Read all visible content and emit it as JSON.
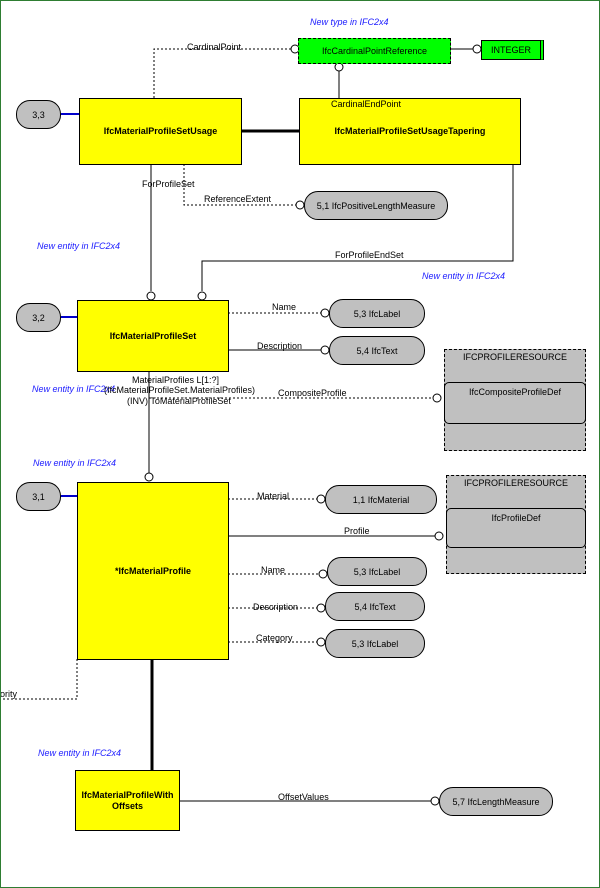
{
  "notes": {
    "new_type": "New type in IFC2x4",
    "new_entity_tapering": "New entity in IFC2x4",
    "new_entity_usage": "New entity in IFC2x4",
    "new_entity_set": "New entity in IFC2x4",
    "new_entity_profile": "New entity in IFC2x4",
    "new_entity_offsets": "New entity in IFC2x4"
  },
  "page_refs": {
    "usage": "3,3",
    "set": "3,2",
    "profile": "3,1"
  },
  "entities": {
    "usage": "IfcMaterialProfileSetUsage",
    "tapering": "IfcMaterialProfileSetUsageTapering",
    "set": "IfcMaterialProfileSet",
    "profile": "*IfcMaterialProfile",
    "offsets": "IfcMaterialProfileWith Offsets"
  },
  "types": {
    "cardinal_point_reference": "IfcCardinalPointReference",
    "integer": "INTEGER",
    "positive_length": "5,1 IfcPositiveLengthMeasure",
    "set_name": "5,3 IfcLabel",
    "set_description": "5,4 IfcText",
    "profile_material": "1,1 IfcMaterial",
    "profile_name": "5,3 IfcLabel",
    "profile_description": "5,4 IfcText",
    "profile_category": "5,3 IfcLabel",
    "offset_values": "5,7 IfcLengthMeasure"
  },
  "schemas": {
    "composite": {
      "title": "IFCPROFILERESOURCE",
      "entity": "IfcCompositeProfileDef"
    },
    "profile_def": {
      "title": "IFCPROFILERESOURCE",
      "entity": "IfcProfileDef"
    }
  },
  "relations": {
    "cardinal_point": "CardinalPoint",
    "cardinal_end_point": "CardinalEndPoint",
    "for_profile_set": "ForProfileSet",
    "reference_extent": "ReferenceExtent",
    "for_profile_end_set": "ForProfileEndSet",
    "set_name": "Name",
    "set_description": "Description",
    "material_profiles_1": "MaterialProfiles L[1:?]",
    "material_profiles_2": "(IfcMaterialProfileSet.MaterialProfiles)",
    "material_profiles_3": "(INV) ToMaterialProfileSet",
    "composite_profile": "CompositeProfile",
    "material": "Material",
    "profile": "Profile",
    "profile_name": "Name",
    "profile_description": "Description",
    "category": "Category",
    "priority": "ority",
    "offset_values": "OffsetValues"
  },
  "colors": {
    "entity": "#ffff00",
    "defined_type": "#00ff00",
    "type_ref": "#c0c0c0",
    "note": "#1a1aff",
    "frame": "#2e7d32"
  }
}
